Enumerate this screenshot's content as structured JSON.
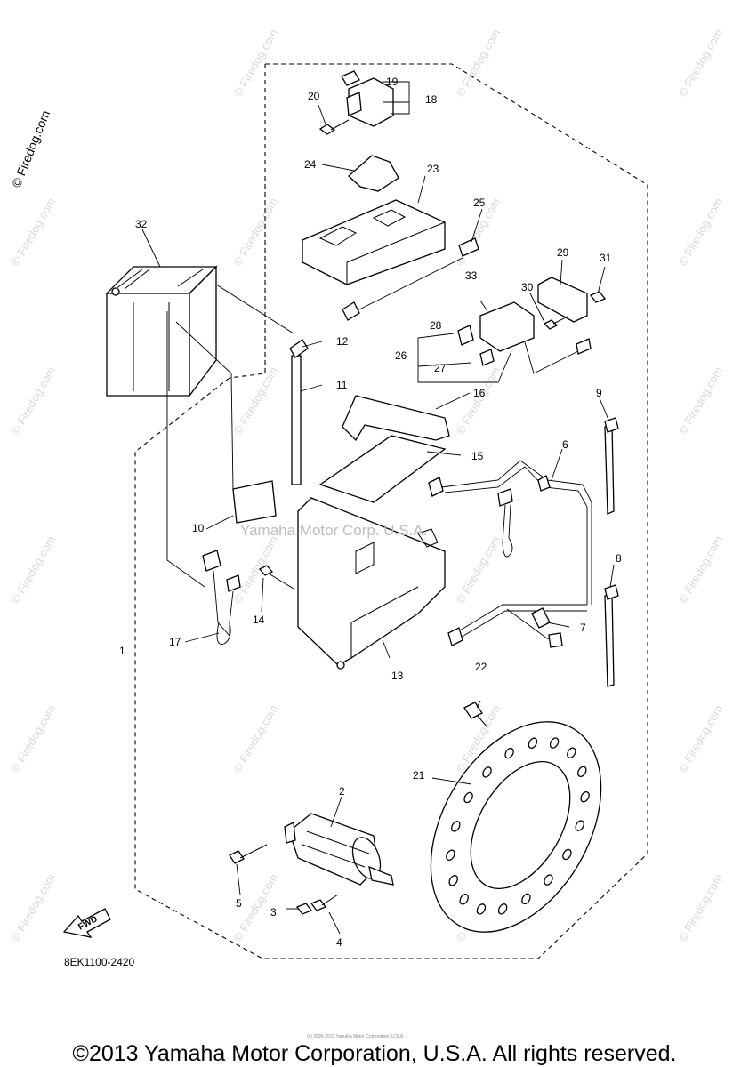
{
  "diagram": {
    "part_code": "8EK1100-2420",
    "fwd_label": "FWD",
    "center_watermark": "Yamaha Motor Corp. U.S.A.",
    "side_watermark": "© Firedog.com",
    "tile_watermark": "© Firedog.com",
    "footer": "©2013 Yamaha Motor Corporation, U.S.A. All rights reserved.",
    "fine_print": "(c) 2005-2015 Yamaha Motor Corporation, U.S.A.",
    "callouts": {
      "c1": "1",
      "c2": "2",
      "c3": "3",
      "c4": "4",
      "c5": "5",
      "c6": "6",
      "c7": "7",
      "c8": "8",
      "c9": "9",
      "c10": "10",
      "c11": "11",
      "c12": "12",
      "c13": "13",
      "c14": "14",
      "c15": "15",
      "c16": "16",
      "c17": "17",
      "c18": "18",
      "c19": "19",
      "c20": "20",
      "c21": "21",
      "c22": "22",
      "c23": "23",
      "c24": "24",
      "c25": "25",
      "c26": "26",
      "c27": "27",
      "c28": "28",
      "c29": "29",
      "c30": "30",
      "c31": "31",
      "c32": "32",
      "c33": "33"
    }
  }
}
